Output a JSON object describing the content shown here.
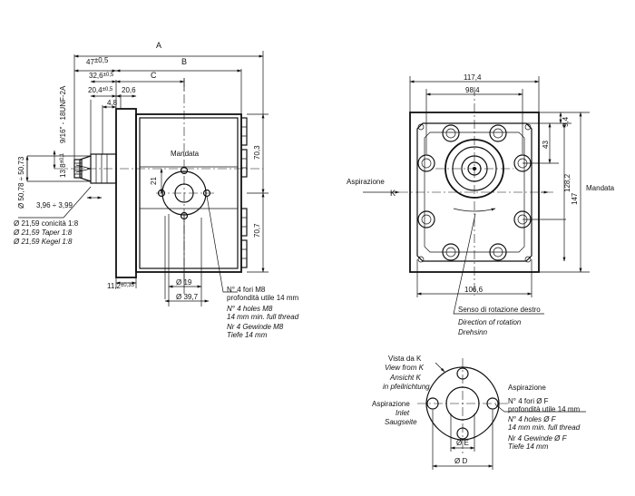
{
  "side_view": {
    "dim_a": "A",
    "dim_b": "B",
    "dim_c": "C",
    "dim_47": "47",
    "dim_47_tol": "±0,5",
    "dim_32_6": "32,6",
    "dim_32_6_tol": "±0,5",
    "dim_20_4": "20,4",
    "dim_20_4_tol": "±0,5",
    "dim_20_6": "20,6",
    "dim_4_8": "4,8",
    "thread": "9/16\" - 18UNF-2A",
    "dim_shaft_dia": "Ø 50,78 ÷ 50,73",
    "dim_13_8": "13,8",
    "dim_13_8_tol": "±0,1",
    "dim_3_96": "3,96 ÷ 3,99",
    "dim_21": "21",
    "dim_11_2": "11,2",
    "dim_11_2_tol": "±0,35",
    "dim_19": "Ø 19",
    "dim_39_7": "Ø 39,7",
    "dim_70_3": "70,3",
    "dim_70_7": "70,7",
    "label_mandata": "Mandata",
    "taper": [
      "Ø 21,59 conicità 1:8",
      "Ø 21,59 Taper 1:8",
      "Ø 21,59 Kegel 1:8"
    ],
    "holes_note": [
      "N° 4 fori M8",
      "profondità utile 14 mm",
      "N° 4 holes M8",
      "14 mm min. full thread",
      "Nr 4 Gewinde M8",
      "Tiefe 14 mm"
    ]
  },
  "front_view": {
    "dim_117_4": "117,4",
    "dim_98_4": "98,4",
    "dim_9_4": "9,4",
    "dim_43": "43",
    "dim_128_2": "128,2",
    "dim_147": "147",
    "dim_106_6": "106,6",
    "label_aspirazione": "Aspirazione",
    "label_k": "K",
    "label_mandata": "Mandata",
    "rotation_note": [
      "Senso di rotazione destro",
      "Direction of rotation",
      "Drehsinn"
    ]
  },
  "view_k": {
    "title": [
      "Vista da K",
      "View from K",
      "Ansicht K",
      "in pfeilrichtung"
    ],
    "inlet": [
      "Aspirazione",
      "Inlet",
      "Saugseite"
    ],
    "label_aspirazione": "Aspirazione",
    "holes_note": [
      "N° 4 fori Ø F",
      "profondità utile 14 mm",
      "N° 4 holes Ø F",
      "14 mm min. full thread",
      "Nr 4 Gewinde Ø F",
      "Tiefe 14 mm"
    ],
    "dim_e": "Ø E",
    "dim_d": "Ø D"
  }
}
